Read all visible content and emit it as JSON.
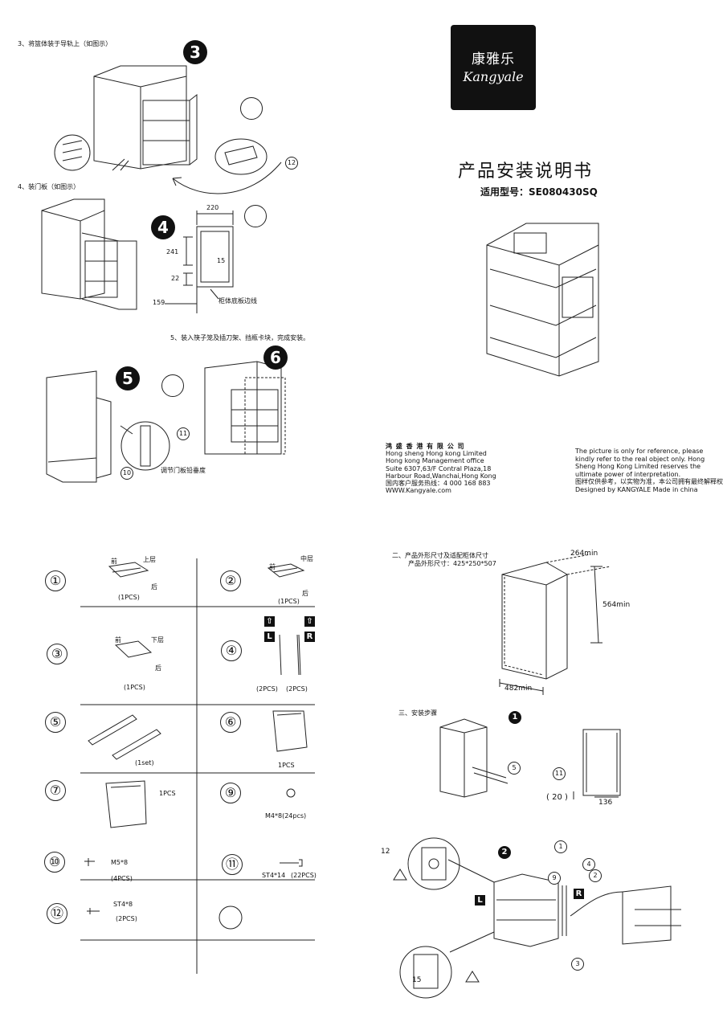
{
  "brand": {
    "name_cn": "康雅乐",
    "name_en": "Kangyale"
  },
  "manual": {
    "title": "产品安装说明书",
    "model_label": "适用型号：SE080430SQ"
  },
  "steps": {
    "s3_text": "3、将篮体装于导轨上（如图示）",
    "s4_text": "4、装门板（如图示）",
    "s5_text": "5、装入筷子笼及插刀架、挡瓶卡块，完成安装。",
    "n3": "3",
    "n4": "4",
    "n5": "5",
    "n6": "6",
    "dim_220": "220",
    "dim_241": "241",
    "dim_15": "15",
    "dim_22": "22",
    "dim_159": "159",
    "cabinet_edge_label": "柜体底板边线",
    "adjust_label": "调节门板铅垂度",
    "ref_12": "12",
    "ref_11": "11",
    "ref_10": "10"
  },
  "company": {
    "lines": [
      "鸿 盛 香 港 有 限 公 司",
      "Hong sheng Hong kong Limited",
      "Hong kong Management office",
      "Suite 6307,63/F Contral Plaza,18",
      "Harbour Road,Wanchai,Hong Kong",
      "国内客户服务热线：4 000 168 883",
      "WWW.Kangyale.com"
    ]
  },
  "disclaimer": {
    "lines": [
      "The picture is only for reference, please",
      "kindly refer to the real object only. Hong",
      "Sheng Hong Kong Limited reserves the",
      "ultimate power of interpretation.",
      "图样仅供参考，以实物为准，本公司拥有最终解释权。",
      "Designed by KANGYALE Made in china"
    ]
  },
  "parts": [
    {
      "num": "①",
      "labels": [
        "前",
        "上层",
        "后"
      ],
      "qty": "(1PCS)"
    },
    {
      "num": "②",
      "labels": [
        "前",
        "中层",
        "后"
      ],
      "qty": "(1PCS)"
    },
    {
      "num": "③",
      "labels": [
        "前",
        "下层",
        "后"
      ],
      "qty": "(1PCS)"
    },
    {
      "num": "④",
      "labels": [
        "L",
        "R"
      ],
      "qty": "(2PCS)",
      "qty2": "(2PCS)"
    },
    {
      "num": "⑤",
      "labels": [],
      "qty": "(1set)"
    },
    {
      "num": "⑥",
      "labels": [],
      "qty": "1PCS"
    },
    {
      "num": "⑦",
      "labels": [],
      "qty": "1PCS"
    },
    {
      "num": "⑨",
      "labels": [],
      "qty": "M4*8(24pcs)"
    },
    {
      "num": "⑩",
      "labels": [
        "M5*8"
      ],
      "qty": "(4PCS)"
    },
    {
      "num": "⑪",
      "labels": [
        "ST4*14"
      ],
      "qty": "(22PCS)"
    },
    {
      "num": "⑫",
      "labels": [
        "ST4*8"
      ],
      "qty": "(2PCS)"
    }
  ],
  "dimensions": {
    "heading": "二、产品外形尺寸及适配柜体尺寸",
    "size_line": "产品外形尺寸：425*250*507",
    "w": "264min",
    "h": "564min",
    "d": "482min"
  },
  "install": {
    "heading": "三、安装步骤",
    "n1": "1",
    "n2": "2",
    "ref_5": "5",
    "ref_11": "11",
    "dim_20": "( 20 )",
    "dim_136": "136",
    "dim_12": "12",
    "dim_15": "15",
    "ref_1": "1",
    "ref_4": "4",
    "ref_9": "9",
    "ref_2": "2",
    "ref_3": "3",
    "L": "L",
    "R": "R"
  }
}
